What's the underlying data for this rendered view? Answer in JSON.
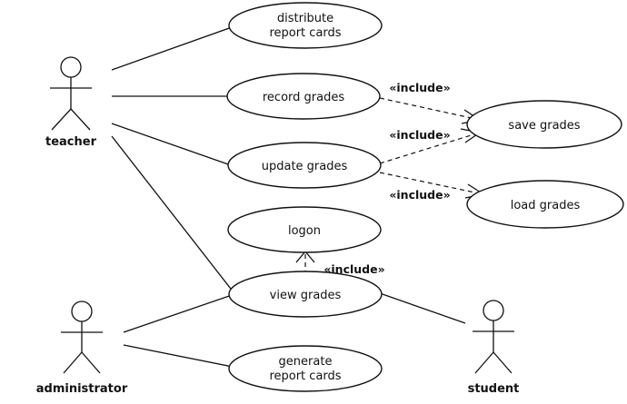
{
  "actors": {
    "teacher": "teacher",
    "administrator": "administrator",
    "student": "student"
  },
  "use_cases": {
    "distribute_report_cards": [
      "distribute",
      "report cards"
    ],
    "record_grades": [
      "record grades"
    ],
    "update_grades": [
      "update grades"
    ],
    "save_grades": [
      "save grades"
    ],
    "load_grades": [
      "load grades"
    ],
    "logon": [
      "logon"
    ],
    "view_grades": [
      "view grades"
    ],
    "generate_report_cards": [
      "generate",
      "report cards"
    ]
  },
  "include_labels": {
    "record_to_save": "«include»",
    "update_to_save": "«include»",
    "update_to_load": "«include»",
    "view_to_logon": "«include»"
  }
}
